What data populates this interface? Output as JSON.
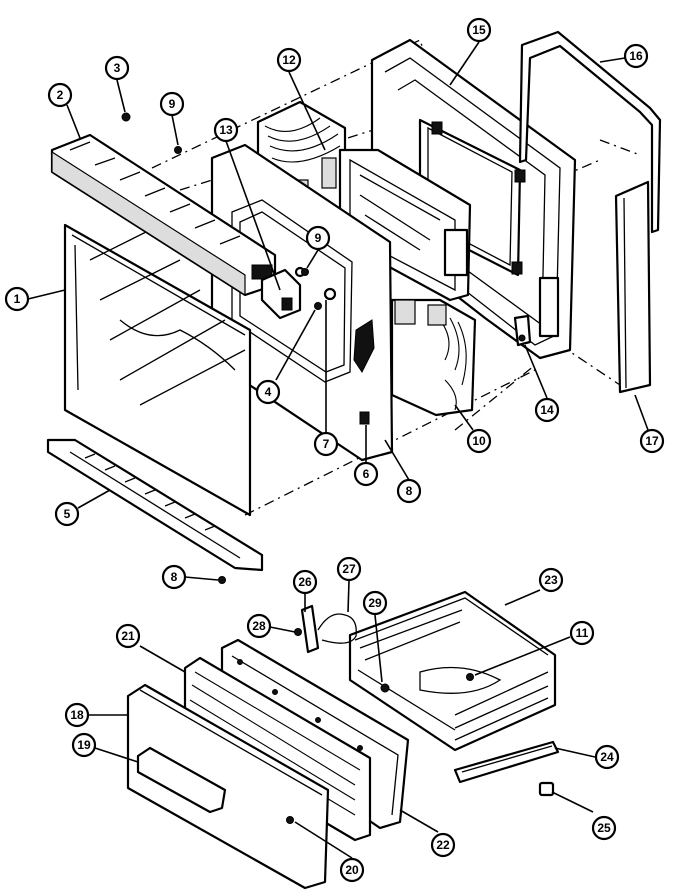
{
  "diagram": {
    "parts": [
      {
        "id": "p1",
        "label": "1"
      },
      {
        "id": "p2",
        "label": "2"
      },
      {
        "id": "p3",
        "label": "3"
      },
      {
        "id": "p4",
        "label": "4"
      },
      {
        "id": "p5",
        "label": "5"
      },
      {
        "id": "p6",
        "label": "6"
      },
      {
        "id": "p7",
        "label": "7"
      },
      {
        "id": "p8a",
        "label": "8"
      },
      {
        "id": "p8b",
        "label": "8"
      },
      {
        "id": "p9a",
        "label": "9"
      },
      {
        "id": "p9b",
        "label": "9"
      },
      {
        "id": "p10",
        "label": "10"
      },
      {
        "id": "p11",
        "label": "11"
      },
      {
        "id": "p12",
        "label": "12"
      },
      {
        "id": "p13",
        "label": "13"
      },
      {
        "id": "p14",
        "label": "14"
      },
      {
        "id": "p15",
        "label": "15"
      },
      {
        "id": "p16",
        "label": "16"
      },
      {
        "id": "p17",
        "label": "17"
      },
      {
        "id": "p18",
        "label": "18"
      },
      {
        "id": "p19",
        "label": "19"
      },
      {
        "id": "p20",
        "label": "20"
      },
      {
        "id": "p21",
        "label": "21"
      },
      {
        "id": "p22",
        "label": "22"
      },
      {
        "id": "p23",
        "label": "23"
      },
      {
        "id": "p24",
        "label": "24"
      },
      {
        "id": "p25",
        "label": "25"
      },
      {
        "id": "p26",
        "label": "26"
      },
      {
        "id": "p27",
        "label": "27"
      },
      {
        "id": "p28",
        "label": "28"
      },
      {
        "id": "p29",
        "label": "29"
      }
    ]
  }
}
